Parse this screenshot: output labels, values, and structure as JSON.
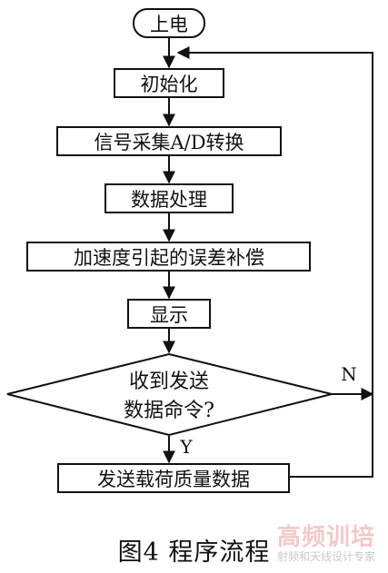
{
  "flowchart": {
    "start": "上电",
    "steps": [
      "初始化",
      "信号采集A/D转换",
      "数据处理",
      "加速度引起的误差补偿",
      "显示"
    ],
    "decision": {
      "line1": "收到发送",
      "line2": "数据命令?"
    },
    "final_step": "发送载荷质量数据",
    "label_no": "N",
    "label_yes": "Y"
  },
  "caption": "图4  程序流程",
  "watermark": {
    "main": "⾼频训培",
    "sub": "射频和天线设计专家"
  }
}
